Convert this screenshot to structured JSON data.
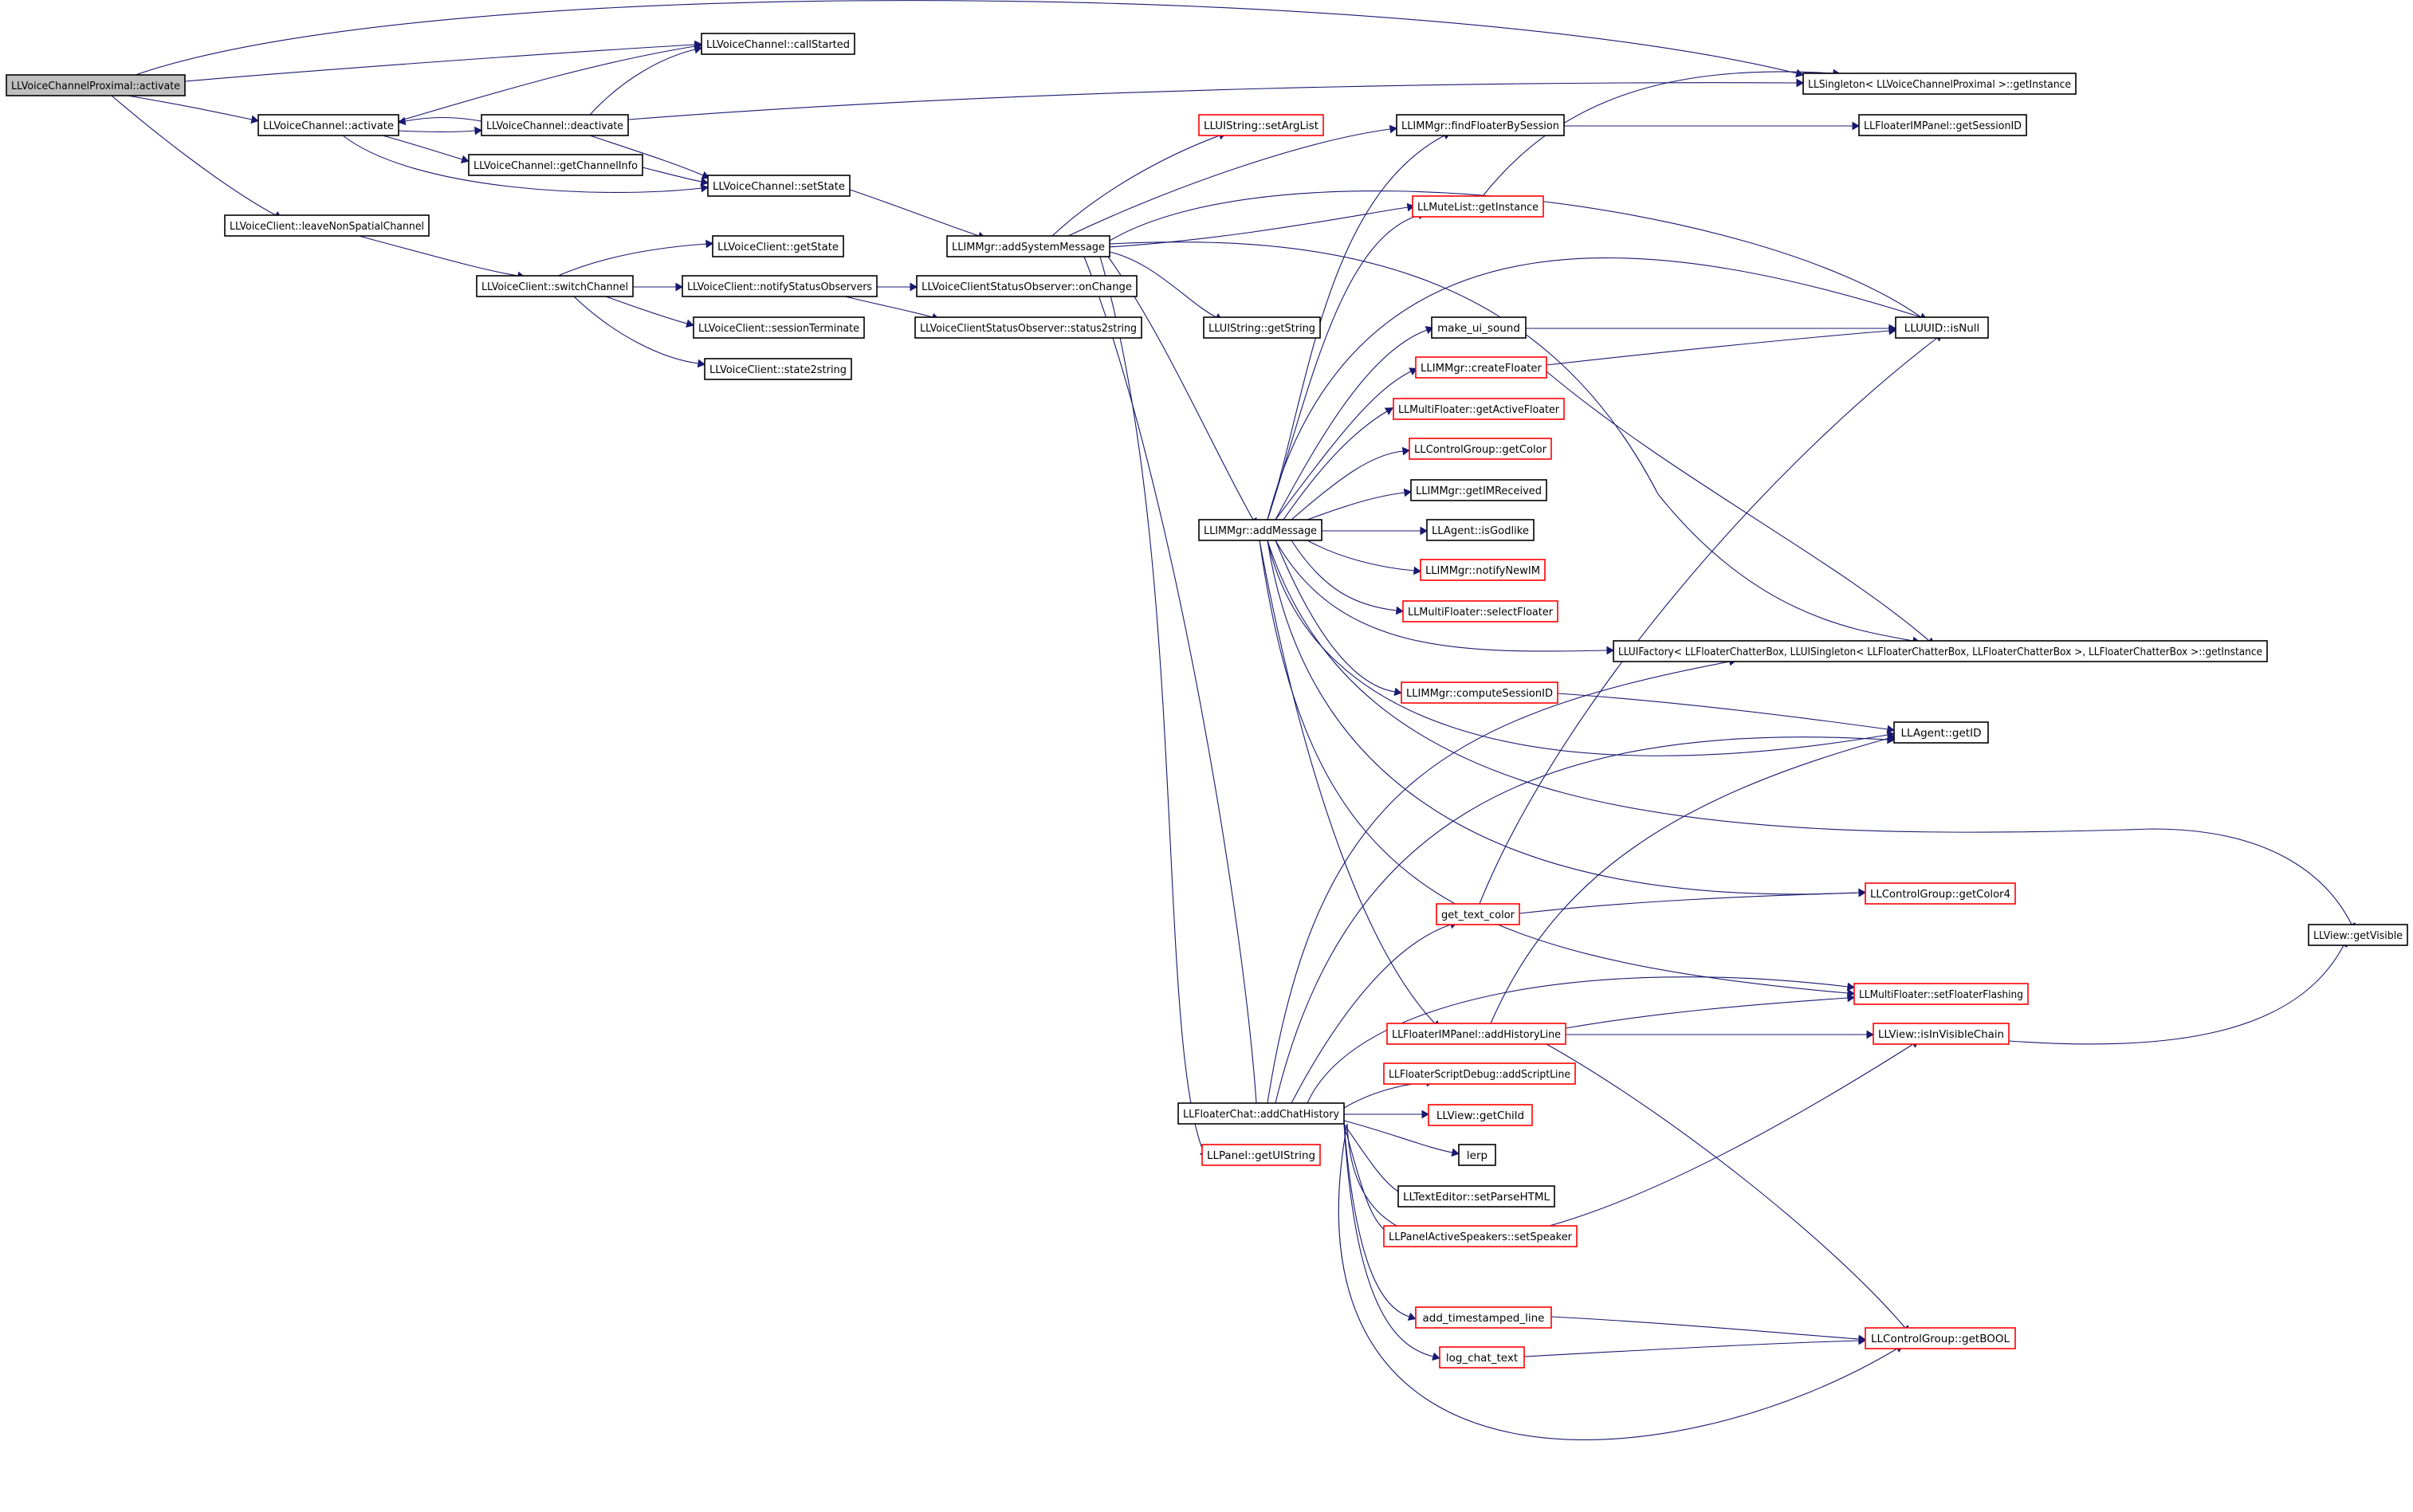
{
  "colors": {
    "edge": "#191970",
    "node_border": "#000000",
    "node_border_truncated": "#ff0000",
    "current_node_fill": "#bfbfbf"
  },
  "nodes": [
    {
      "id": "n0",
      "label": "LLVoiceChannelProximal::activate",
      "style": "current"
    },
    {
      "id": "n1",
      "label": "LLVoiceChannel::callStarted",
      "style": "normal"
    },
    {
      "id": "n2",
      "label": "LLSingleton< LLVoiceChannelProximal >::getInstance",
      "style": "normal"
    },
    {
      "id": "n3",
      "label": "LLVoiceChannel::activate",
      "style": "normal"
    },
    {
      "id": "n4",
      "label": "LLVoiceChannel::deactivate",
      "style": "normal"
    },
    {
      "id": "n5",
      "label": "LLVoiceChannel::getChannelInfo",
      "style": "normal"
    },
    {
      "id": "n6",
      "label": "LLVoiceChannel::setState",
      "style": "normal"
    },
    {
      "id": "n7",
      "label": "LLVoiceClient::leaveNonSpatialChannel",
      "style": "normal"
    },
    {
      "id": "n8",
      "label": "LLVoiceClient::switchChannel",
      "style": "normal"
    },
    {
      "id": "n9",
      "label": "LLVoiceClient::getState",
      "style": "normal"
    },
    {
      "id": "n10",
      "label": "LLVoiceClient::notifyStatusObservers",
      "style": "normal"
    },
    {
      "id": "n11",
      "label": "LLVoiceClient::sessionTerminate",
      "style": "normal"
    },
    {
      "id": "n12",
      "label": "LLVoiceClient::state2string",
      "style": "normal"
    },
    {
      "id": "n13",
      "label": "LLVoiceClientStatusObserver::onChange",
      "style": "normal"
    },
    {
      "id": "n14",
      "label": "LLVoiceClientStatusObserver::status2string",
      "style": "normal"
    },
    {
      "id": "n15",
      "label": "LLIMMgr::addSystemMessage",
      "style": "normal"
    },
    {
      "id": "n16",
      "label": "LLUIString::setArgList",
      "style": "truncated"
    },
    {
      "id": "n17",
      "label": "LLIMMgr::findFloaterBySession",
      "style": "normal"
    },
    {
      "id": "n18",
      "label": "LLFloaterIMPanel::getSessionID",
      "style": "normal"
    },
    {
      "id": "n19",
      "label": "LLMuteList::getInstance",
      "style": "truncated"
    },
    {
      "id": "n20",
      "label": "LLUIString::getString",
      "style": "normal"
    },
    {
      "id": "n21",
      "label": "make_ui_sound",
      "style": "normal"
    },
    {
      "id": "n22",
      "label": "LLUUID::isNull",
      "style": "normal"
    },
    {
      "id": "n23",
      "label": "LLIMMgr::createFloater",
      "style": "truncated"
    },
    {
      "id": "n24",
      "label": "LLMultiFloater::getActiveFloater",
      "style": "truncated"
    },
    {
      "id": "n25",
      "label": "LLControlGroup::getColor",
      "style": "truncated"
    },
    {
      "id": "n26",
      "label": "LLIMMgr::getIMReceived",
      "style": "normal"
    },
    {
      "id": "n27",
      "label": "LLIMMgr::addMessage",
      "style": "normal"
    },
    {
      "id": "n28",
      "label": "LLAgent::isGodlike",
      "style": "normal"
    },
    {
      "id": "n29",
      "label": "LLIMMgr::notifyNewIM",
      "style": "truncated"
    },
    {
      "id": "n30",
      "label": "LLMultiFloater::selectFloater",
      "style": "truncated"
    },
    {
      "id": "n31",
      "label": "LLUIFactory< LLFloaterChatterBox, LLUISingleton< LLFloaterChatterBox, LLFloaterChatterBox >, LLFloaterChatterBox >::getInstance",
      "style": "normal"
    },
    {
      "id": "n32",
      "label": "LLIMMgr::computeSessionID",
      "style": "truncated"
    },
    {
      "id": "n33",
      "label": "LLAgent::getID",
      "style": "normal"
    },
    {
      "id": "n34",
      "label": "LLControlGroup::getColor4",
      "style": "truncated"
    },
    {
      "id": "n35",
      "label": "get_text_color",
      "style": "truncated"
    },
    {
      "id": "n36",
      "label": "LLView::getVisible",
      "style": "normal"
    },
    {
      "id": "n37",
      "label": "LLMultiFloater::setFloaterFlashing",
      "style": "truncated"
    },
    {
      "id": "n38",
      "label": "LLFloaterIMPanel::addHistoryLine",
      "style": "truncated"
    },
    {
      "id": "n39",
      "label": "LLView::isInVisibleChain",
      "style": "truncated"
    },
    {
      "id": "n40",
      "label": "LLFloaterScriptDebug::addScriptLine",
      "style": "truncated"
    },
    {
      "id": "n41",
      "label": "LLFloaterChat::addChatHistory",
      "style": "normal"
    },
    {
      "id": "n42",
      "label": "LLView::getChild",
      "style": "truncated"
    },
    {
      "id": "n43",
      "label": "lerp",
      "style": "normal"
    },
    {
      "id": "n44",
      "label": "LLPanel::getUIString",
      "style": "truncated"
    },
    {
      "id": "n45",
      "label": "LLTextEditor::setParseHTML",
      "style": "normal"
    },
    {
      "id": "n46",
      "label": "LLPanelActiveSpeakers::setSpeaker",
      "style": "truncated"
    },
    {
      "id": "n47",
      "label": "add_timestamped_line",
      "style": "truncated"
    },
    {
      "id": "n48",
      "label": "LLControlGroup::getBOOL",
      "style": "truncated"
    },
    {
      "id": "n49",
      "label": "log_chat_text",
      "style": "truncated"
    }
  ]
}
